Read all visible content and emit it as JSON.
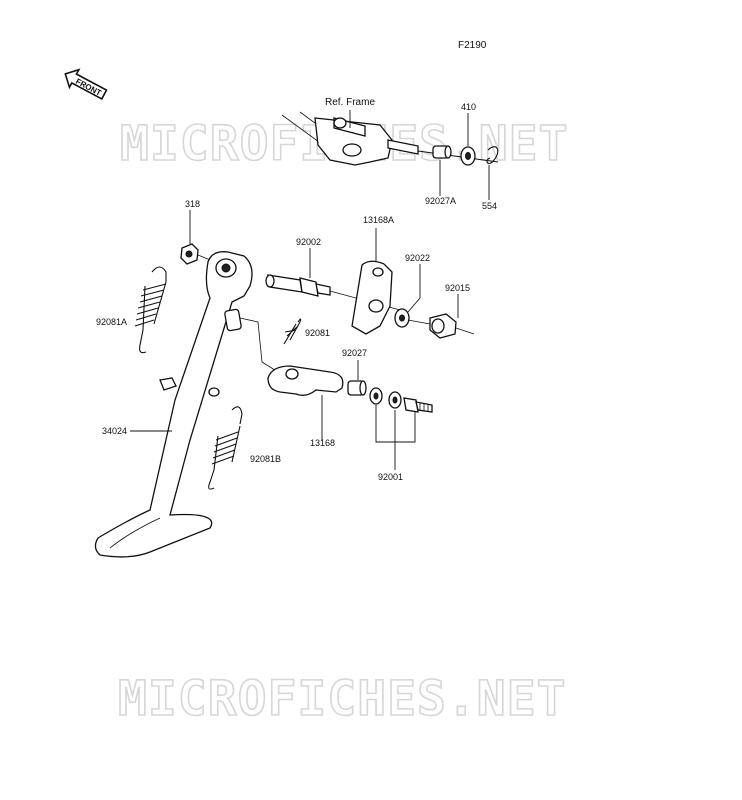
{
  "figure_code": "F2190",
  "front_badge": "FRONT",
  "watermark": "MICROFICHES.NET",
  "callouts": {
    "ref_frame": "Ref. Frame",
    "p410": "410",
    "p92027a": "92027A",
    "p554": "554",
    "p318": "318",
    "p13168a": "13168A",
    "p92002": "92002",
    "p92022": "92022",
    "p92015": "92015",
    "p92081a": "92081A",
    "p92081": "92081",
    "p92027": "92027",
    "p34024": "34024",
    "p13168": "13168",
    "p92081b": "92081B",
    "p92001": "92001"
  }
}
